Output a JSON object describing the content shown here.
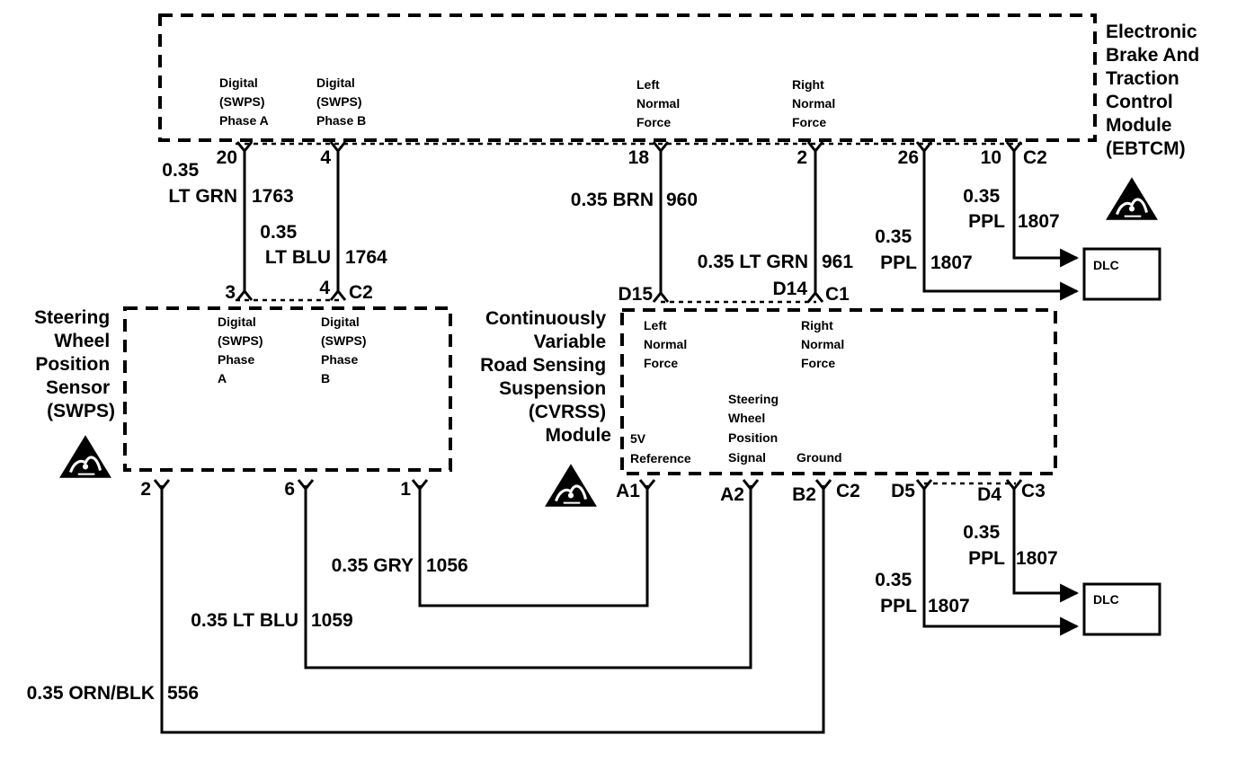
{
  "modules": {
    "ebtcm": [
      "Electronic",
      "Brake And",
      "Traction",
      "Control",
      "Module",
      "(EBTCM)"
    ],
    "swps": [
      "Steering",
      "Wheel",
      "Position",
      "Sensor",
      "(SWPS)"
    ],
    "cvrss": [
      "Continuously",
      "Variable",
      "Road Sensing",
      "Suspension",
      "(CVRSS)",
      "Module"
    ]
  },
  "ebtcm_pins": {
    "phase_a": [
      "Digital",
      "(SWPS)",
      "Phase A"
    ],
    "phase_b": [
      "Digital",
      "(SWPS)",
      "Phase B"
    ],
    "left_force": [
      "Left",
      "Normal",
      "Force"
    ],
    "right_force": [
      "Right",
      "Normal",
      "Force"
    ]
  },
  "swps_pins": {
    "phase_a": [
      "Digital",
      "(SWPS)",
      "Phase",
      "A"
    ],
    "phase_b": [
      "Digital",
      "(SWPS)",
      "Phase",
      "B"
    ]
  },
  "cvrss_pins": {
    "left_force": [
      "Left",
      "Normal",
      "Force"
    ],
    "right_force": [
      "Right",
      "Normal",
      "Force"
    ],
    "steering": [
      "Steering",
      "Wheel",
      "Position",
      "Signal"
    ],
    "ref": [
      "5V",
      "Reference"
    ],
    "ground": "Ground"
  },
  "terminals": {
    "e20": "20",
    "e4": "4",
    "e18": "18",
    "e2": "2",
    "e26": "26",
    "e10": "10",
    "ec2": "C2",
    "s3": "3",
    "s4": "4",
    "sc2": "C2",
    "d15": "D15",
    "d14": "D14",
    "c1": "C1",
    "s2": "2",
    "s6": "6",
    "s1": "1",
    "a1": "A1",
    "a2": "A2",
    "b2": "B2",
    "c2b": "C2",
    "d5": "D5",
    "d4": "D4",
    "c3": "C3"
  },
  "wires": {
    "w1763_size": "0.35",
    "w1763_color": "LT GRN",
    "w1763_circuit": "1763",
    "w1764_size": "0.35",
    "w1764_color": "LT BLU",
    "w1764_circuit": "1764",
    "w960_label": "0.35 BRN",
    "w960_circuit": "960",
    "w961_label": "0.35 LT GRN",
    "w961_circuit": "961",
    "w1807a_size": "0.35",
    "w1807a_color": "PPL",
    "w1807a_circuit": "1807",
    "w1807b_size": "0.35",
    "w1807b_color": "PPL",
    "w1807b_circuit": "1807",
    "w1056_label": "0.35 GRY",
    "w1056_circuit": "1056",
    "w1059_label": "0.35 LT BLU",
    "w1059_circuit": "1059",
    "w556_label": "0.35 ORN/BLK",
    "w556_circuit": "556",
    "w1807c_size": "0.35",
    "w1807c_color": "PPL",
    "w1807c_circuit": "1807",
    "w1807d_size": "0.35",
    "w1807d_color": "PPL",
    "w1807d_circuit": "1807"
  },
  "dlc": {
    "top": "DLC",
    "bottom": "DLC"
  },
  "icons": [
    "esd-warning-icon"
  ]
}
